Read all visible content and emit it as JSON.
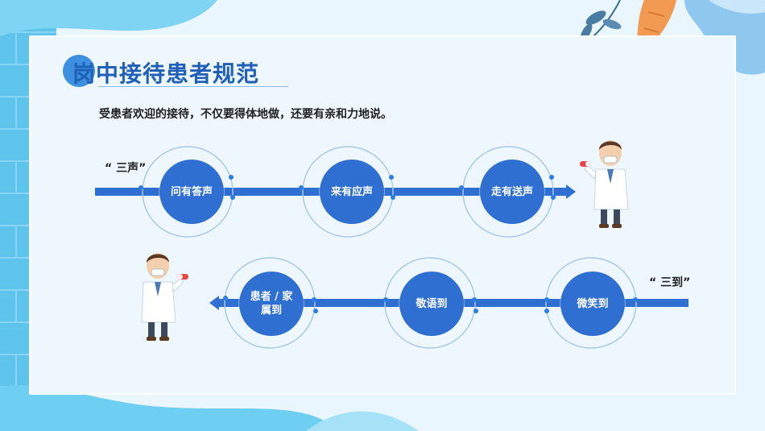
{
  "page": {
    "title": "岗中接待患者规范",
    "subtitle": "受患者欢迎的接待，不仅要得体地做，还要有亲和力地说。"
  },
  "row1": {
    "label": "“ 三声”",
    "nodes": [
      {
        "text": "问有答声"
      },
      {
        "text": "来有应声"
      },
      {
        "text": "走有送声"
      }
    ]
  },
  "row2": {
    "label": "“ 三到”",
    "nodes": [
      {
        "text": "患者 / 家属到"
      },
      {
        "text": "敬语到"
      },
      {
        "text": "微笑到"
      }
    ]
  },
  "colors": {
    "primary": "#2f6fd1",
    "title": "#1f5fb8",
    "accent_orange": "#f29a52",
    "bg": "#eef7fe"
  },
  "icons": [
    "doctor-illustration",
    "leaf-decoration",
    "carrot-decoration",
    "brick-wall-decoration"
  ]
}
